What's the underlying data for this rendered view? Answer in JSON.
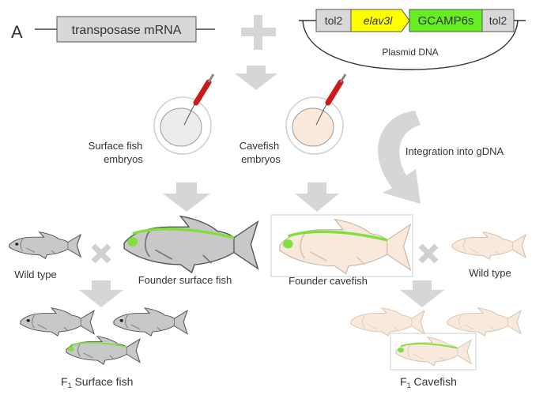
{
  "panel_label": "A",
  "mrna_label": "transposase mRNA",
  "plasmid": {
    "tol2_left": "tol2",
    "promoter": "elav3l",
    "reporter": "GCAMP6s",
    "tol2_right": "tol2",
    "caption": "Plasmid DNA"
  },
  "embryos": {
    "surface_line1": "Surface fish",
    "surface_line2": "embryos",
    "cave_line1": "Cavefish",
    "cave_line2": "embryos"
  },
  "integration_label": "Integration into gDNA",
  "row_labels": {
    "wild_type_left": "Wild type",
    "founder_surface": "Founder surface fish",
    "founder_cave": "Founder cavefish",
    "wild_type_right": "Wild type"
  },
  "f1": {
    "surface_prefix": "F",
    "surface_sub": "1",
    "surface_suffix": " Surface fish",
    "cave_prefix": "F",
    "cave_sub": "1",
    "cave_suffix": " Cavefish"
  },
  "colors": {
    "promoter_fill": "#ffff00",
    "reporter_fill": "#66ee22",
    "green_signal": "#7ee03a",
    "surface_fish": "#c8c8c8",
    "cavefish": "#f8e9dc",
    "arrow_gray": "#d6d6d6",
    "needle_red": "#cc1a1a"
  }
}
